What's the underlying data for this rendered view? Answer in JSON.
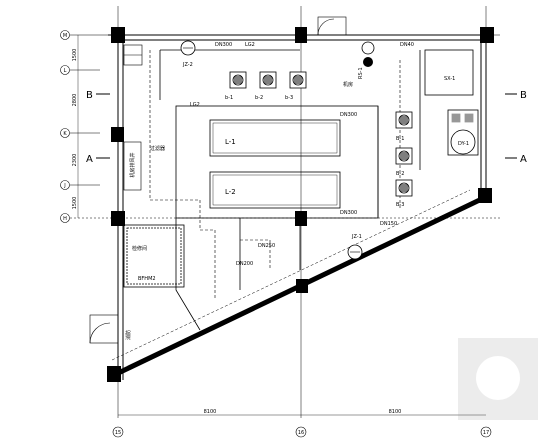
{
  "axes": {
    "rows": [
      {
        "label": "M"
      },
      {
        "label": "L"
      },
      {
        "label": "K"
      },
      {
        "label": "J"
      },
      {
        "label": "H"
      }
    ],
    "cols": [
      {
        "label": "15"
      },
      {
        "label": "16"
      },
      {
        "label": "17"
      }
    ],
    "row_dims": [
      "1500",
      "2800",
      "2300",
      "1500"
    ],
    "col_dims": [
      "8100",
      "8100"
    ]
  },
  "sections": {
    "b_left": "B",
    "b_right": "B",
    "a_left": "A",
    "a_right": "A"
  },
  "equipment": {
    "jz2": "JZ-2",
    "jz1": "JZ-1",
    "rs1": "RS-1",
    "sx1": "SX-1",
    "dy1": "DY-1",
    "l1": "L-1",
    "l2": "L-2",
    "b1": "B-1",
    "b2": "B-2",
    "b3": "B-3",
    "sb1": "b-1",
    "sb2": "b-2",
    "sb3": "b-3"
  },
  "rooms": {
    "room1": "机房",
    "room2": "检修间",
    "room3": "BFHM2",
    "room4": "过滤器",
    "room5": "消防",
    "room6": "机房排风井"
  },
  "pipes": {
    "dn300": "DN300",
    "dn250": "DN250",
    "dn200": "DN200",
    "dn150": "DN150",
    "dn40": "DN40",
    "lg2": "LG2"
  }
}
